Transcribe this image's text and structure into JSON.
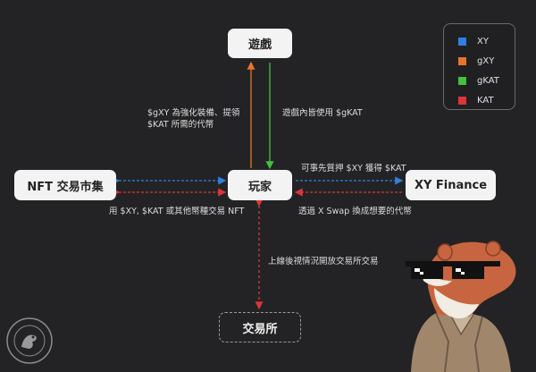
{
  "nodes": {
    "game": "遊戲",
    "player": "玩家",
    "nft_market": "NFT 交易市集",
    "xy_finance": "XY Finance",
    "exchange": "交易所"
  },
  "legend": [
    {
      "label": "XY",
      "color": "#2f7fe0"
    },
    {
      "label": "gXY",
      "color": "#e8742b"
    },
    {
      "label": "gKAT",
      "color": "#3fc23c"
    },
    {
      "label": "KAT",
      "color": "#d9363a"
    }
  ],
  "edge_labels": {
    "gxy_to_game_line1": "$gXY 為強化裝備、提領",
    "gxy_to_game_line2": "$KAT 所需的代幣",
    "gkat_from_game": "遊戲內皆使用 $gKAT",
    "stake_xy": "可事先質押 $XY 獲得 $KAT",
    "swap": "透過 X Swap 換成想要的代幣",
    "nft_trade": "用 $XY, $KAT 或其他幣種交易 NFT",
    "exchange_listing": "上線後視情況開放交易所交易"
  }
}
